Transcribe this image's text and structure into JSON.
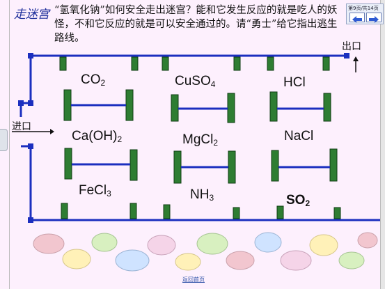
{
  "slide": {
    "title": "走迷宫",
    "question": "“氢氧化钠”如何安全走出迷宫？能和它发生反应的就是吃人的妖怪，不和它反应的就是可以安全通过的。请“勇士”给它指出逃生路线。",
    "entrance_label": "进口",
    "exit_label": "出口",
    "footer_link": "返回首页"
  },
  "nav": {
    "page_label": "第9页/共14页",
    "prev_icon": "left-arrow-icon",
    "next_icon": "right-arrow-icon"
  },
  "colors": {
    "wall": "#1b2fbf",
    "door": "#2e7d32",
    "door_dark": "#0f3d12",
    "background": "#fdf0fd",
    "stones": [
      "#f2c6cf",
      "#d8f0c0",
      "#fff1b8",
      "#cfe3ff",
      "#f5d4e8"
    ]
  },
  "maze": {
    "rows": [
      [
        {
          "formula": "CO",
          "sub": "2"
        },
        {
          "formula": "CuSO",
          "sub": "4"
        },
        {
          "formula": "HCl",
          "sub": ""
        }
      ],
      [
        {
          "formula": "Ca(OH)",
          "sub": "2"
        },
        {
          "formula": "MgCl",
          "sub": "2"
        },
        {
          "formula": "NaCl",
          "sub": ""
        }
      ],
      [
        {
          "formula": "FeCl",
          "sub": "3"
        },
        {
          "formula": "NH",
          "sub": "3"
        },
        {
          "formula": "SO",
          "sub": "2"
        }
      ]
    ]
  }
}
